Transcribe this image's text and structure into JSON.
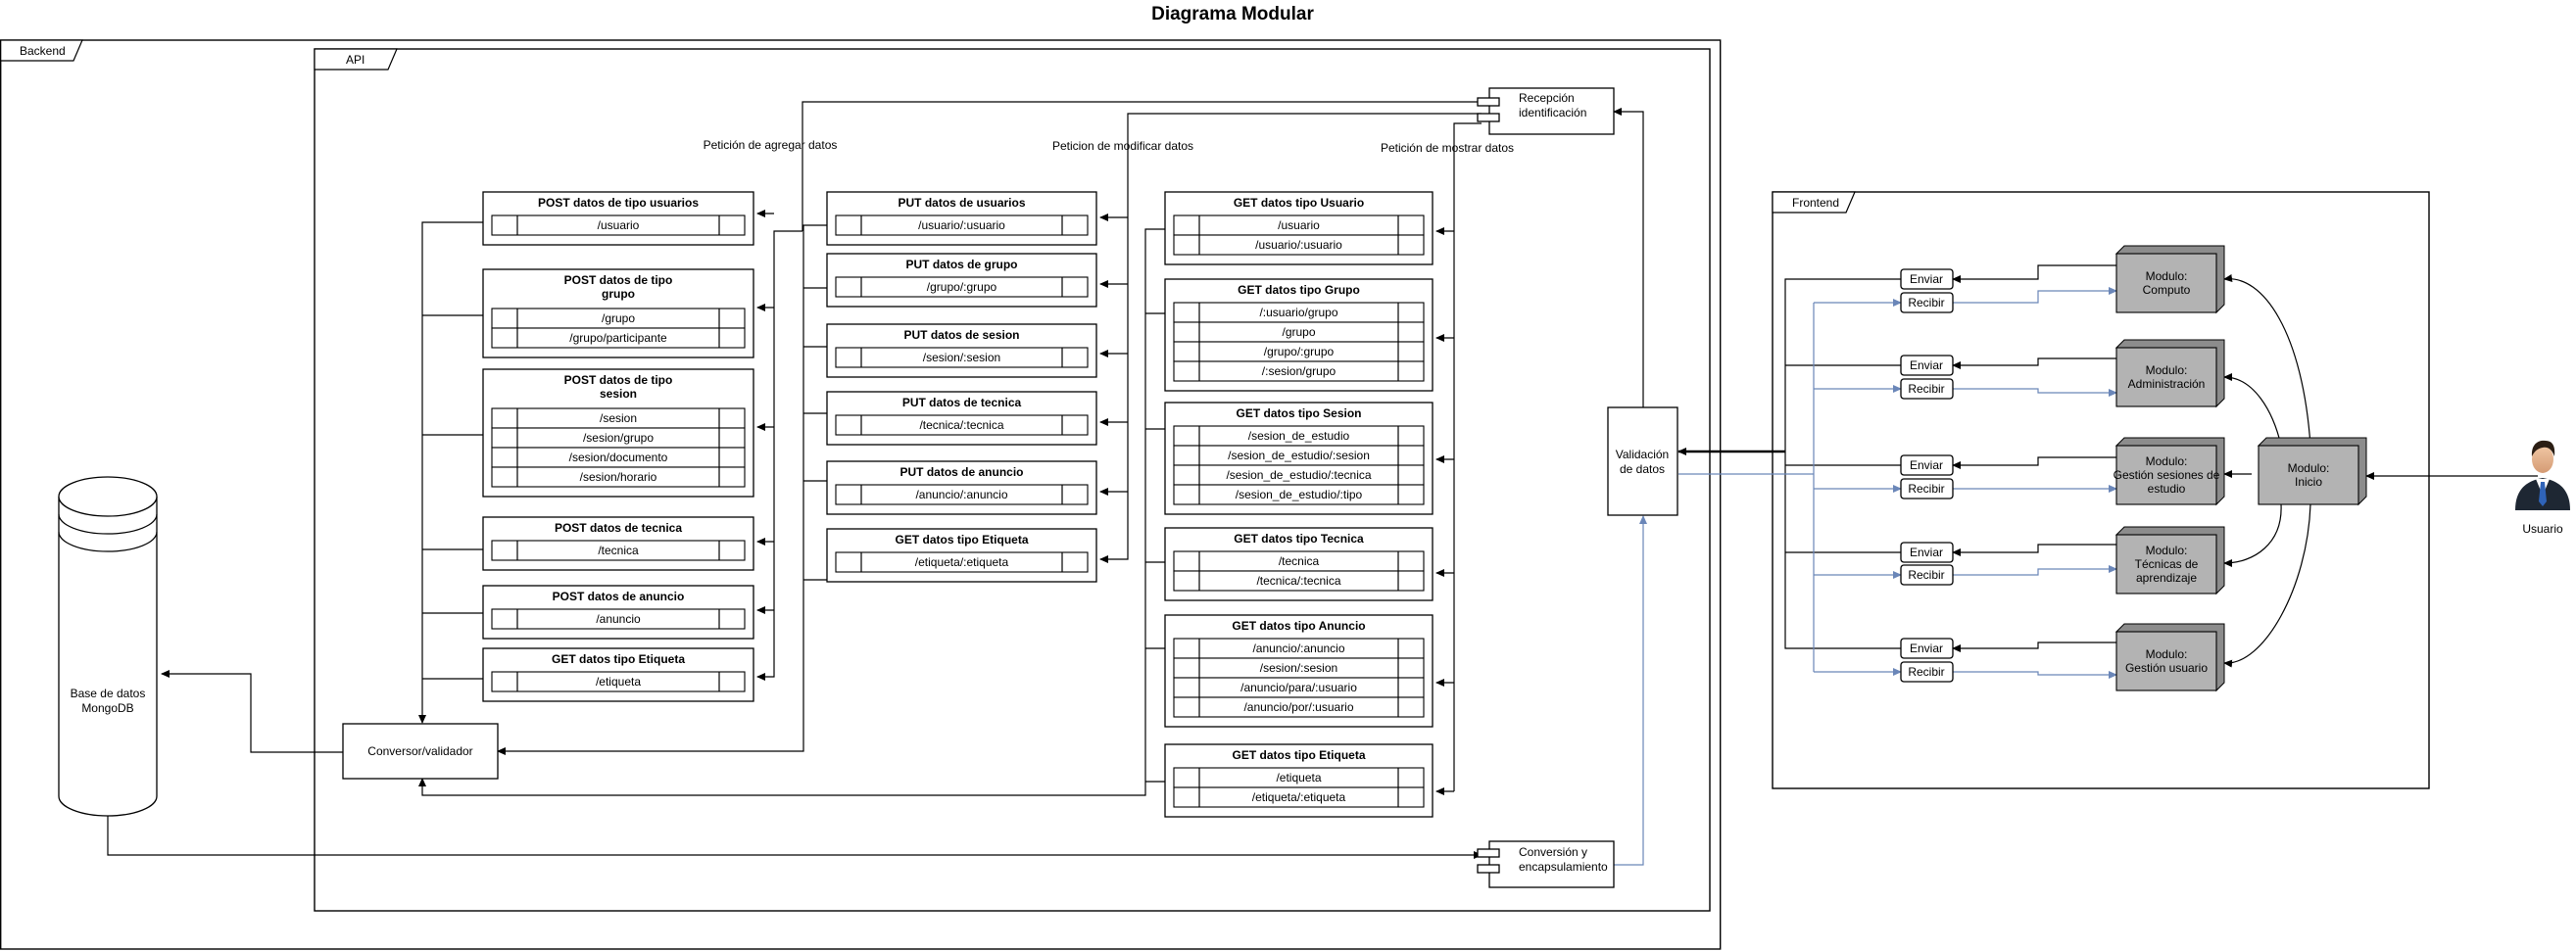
{
  "title": "Diagrama Modular",
  "containers": {
    "backend": "Backend",
    "api": "API",
    "frontend": "Frontend"
  },
  "nodes": {
    "database": [
      "Base de datos",
      "MongoDB"
    ],
    "converter": "Conversor/validador",
    "reception": [
      "Recepción",
      "identificación"
    ],
    "conversion": [
      "Conversión y",
      "encapsulamiento"
    ],
    "validation": [
      "Validación",
      "de datos"
    ],
    "user": "Usuario"
  },
  "edge_labels": {
    "add": "Petición de agregar datos",
    "modify": "Peticion de modificar datos",
    "show": "Petición de mostrar datos"
  },
  "groups": [
    {
      "id": "post-usuarios",
      "title": [
        "POST datos de tipo usuarios"
      ],
      "routes": [
        "/usuario"
      ]
    },
    {
      "id": "post-grupo",
      "title": [
        "POST datos de tipo",
        "grupo"
      ],
      "routes": [
        "/grupo",
        "/grupo/participante"
      ]
    },
    {
      "id": "post-sesion",
      "title": [
        "POST datos de tipo",
        "sesion"
      ],
      "routes": [
        "/sesion",
        "/sesion/grupo",
        "/sesion/documento",
        "/sesion/horario"
      ]
    },
    {
      "id": "post-tecnica",
      "title": [
        "POST datos de tecnica"
      ],
      "routes": [
        "/tecnica"
      ]
    },
    {
      "id": "post-anuncio",
      "title": [
        "POST datos de anuncio"
      ],
      "routes": [
        "/anuncio"
      ]
    },
    {
      "id": "get-etiqueta-post",
      "title": [
        "GET datos tipo Etiqueta"
      ],
      "routes": [
        "/etiqueta"
      ]
    },
    {
      "id": "put-usuarios",
      "title": [
        "PUT datos de usuarios"
      ],
      "routes": [
        "/usuario/:usuario"
      ]
    },
    {
      "id": "put-grupo",
      "title": [
        "PUT datos de grupo"
      ],
      "routes": [
        "/grupo/:grupo"
      ]
    },
    {
      "id": "put-sesion",
      "title": [
        "PUT datos de sesion"
      ],
      "routes": [
        "/sesion/:sesion"
      ]
    },
    {
      "id": "put-tecnica",
      "title": [
        "PUT datos de tecnica"
      ],
      "routes": [
        "/tecnica/:tecnica"
      ]
    },
    {
      "id": "put-anuncio",
      "title": [
        "PUT datos de anuncio"
      ],
      "routes": [
        "/anuncio/:anuncio"
      ]
    },
    {
      "id": "get-etiqueta-put",
      "title": [
        "GET datos tipo Etiqueta"
      ],
      "routes": [
        "/etiqueta/:etiqueta"
      ]
    },
    {
      "id": "get-usuario",
      "title": [
        "GET datos tipo Usuario"
      ],
      "routes": [
        "/usuario",
        "/usuario/:usuario"
      ]
    },
    {
      "id": "get-grupo",
      "title": [
        "GET datos tipo Grupo"
      ],
      "routes": [
        "/:usuario/grupo",
        "/grupo",
        "/grupo/:grupo",
        "/:sesion/grupo"
      ]
    },
    {
      "id": "get-sesion",
      "title": [
        "GET datos tipo Sesion"
      ],
      "routes": [
        "/sesion_de_estudio",
        "/sesion_de_estudio/:sesion",
        "/sesion_de_estudio/:tecnica",
        "/sesion_de_estudio/:tipo"
      ]
    },
    {
      "id": "get-tecnica",
      "title": [
        "GET datos tipo Tecnica"
      ],
      "routes": [
        "/tecnica",
        "/tecnica/:tecnica"
      ]
    },
    {
      "id": "get-anuncio",
      "title": [
        "GET datos tipo Anuncio"
      ],
      "routes": [
        "/anuncio/:anuncio",
        "/sesion/:sesion",
        "/anuncio/para/:usuario",
        "/anuncio/por/:usuario"
      ]
    },
    {
      "id": "get-etiqueta",
      "title": [
        "GET datos tipo Etiqueta"
      ],
      "routes": [
        "/etiqueta",
        "/etiqueta/:etiqueta"
      ]
    }
  ],
  "modules": [
    {
      "id": "computo",
      "label": [
        "Modulo:",
        "Computo"
      ]
    },
    {
      "id": "administracion",
      "label": [
        "Modulo:",
        "Administración"
      ]
    },
    {
      "id": "sesiones",
      "label": [
        "Modulo:",
        "Gestión sesiones de",
        "estudio"
      ]
    },
    {
      "id": "tecnicas",
      "label": [
        "Modulo:",
        "Técnicas de",
        "aprendizaje"
      ]
    },
    {
      "id": "usuario",
      "label": [
        "Modulo:",
        "Gestión usuario"
      ]
    },
    {
      "id": "inicio",
      "label": [
        "Modulo:",
        "Inicio"
      ]
    }
  ],
  "ports": {
    "send": "Enviar",
    "receive": "Recibir"
  },
  "colors": {
    "request_edge": "#000000",
    "response_edge": "#6a86b8",
    "module_fill": "#b3b3b3",
    "module_top": "#8c8c8c"
  }
}
